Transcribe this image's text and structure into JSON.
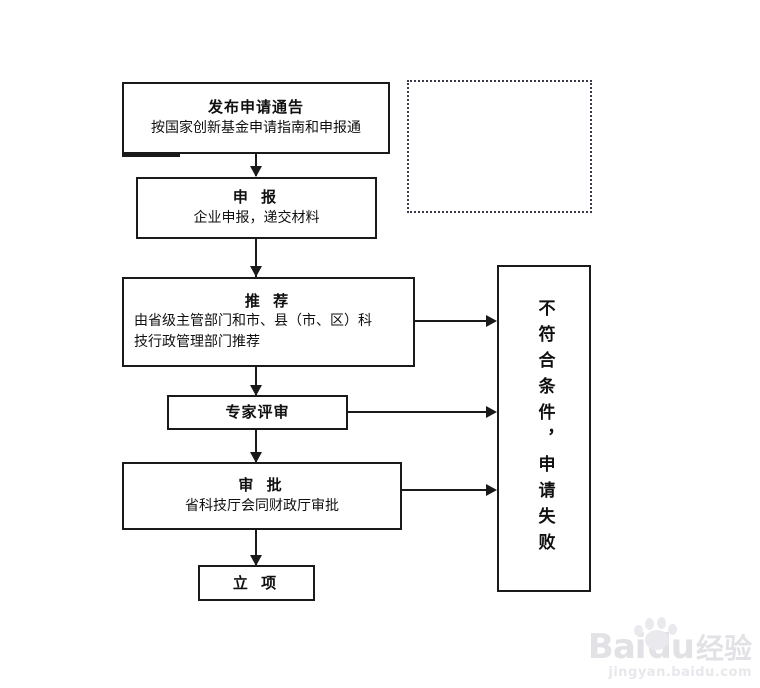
{
  "diagram": {
    "title_hidden": "",
    "nodes": [
      {
        "id": "announce",
        "title": "发布申请通告",
        "desc": "按国家创新基金申请指南和申报通"
      },
      {
        "id": "declare",
        "title": "申 报",
        "desc": "企业申报，递交材料"
      },
      {
        "id": "recommend",
        "title": "推 荐",
        "desc_line1": "由省级主管部门和市、县（市、区）科",
        "desc_line2": "技行政管理部门推荐"
      },
      {
        "id": "expert-review",
        "title": "专家评审",
        "desc": ""
      },
      {
        "id": "approval",
        "title": "审 批",
        "desc": "省科技厅会同财政厅审批"
      },
      {
        "id": "project-established",
        "title": "立 项",
        "desc": ""
      },
      {
        "id": "reject",
        "title": "不符合条件，申请失败",
        "desc": ""
      }
    ],
    "placeholder_box": {
      "label": ""
    },
    "colors": {
      "stroke": "#1a1a1a",
      "background": "#ffffff",
      "text": "#101010",
      "dotted_stroke": "#3a3a4a",
      "watermark": "#e2e2e6"
    }
  },
  "watermark": {
    "brand_bai": "Bai",
    "brand_du": "du",
    "brand_cn": "经验",
    "url": "jingyan.baidu.com"
  }
}
